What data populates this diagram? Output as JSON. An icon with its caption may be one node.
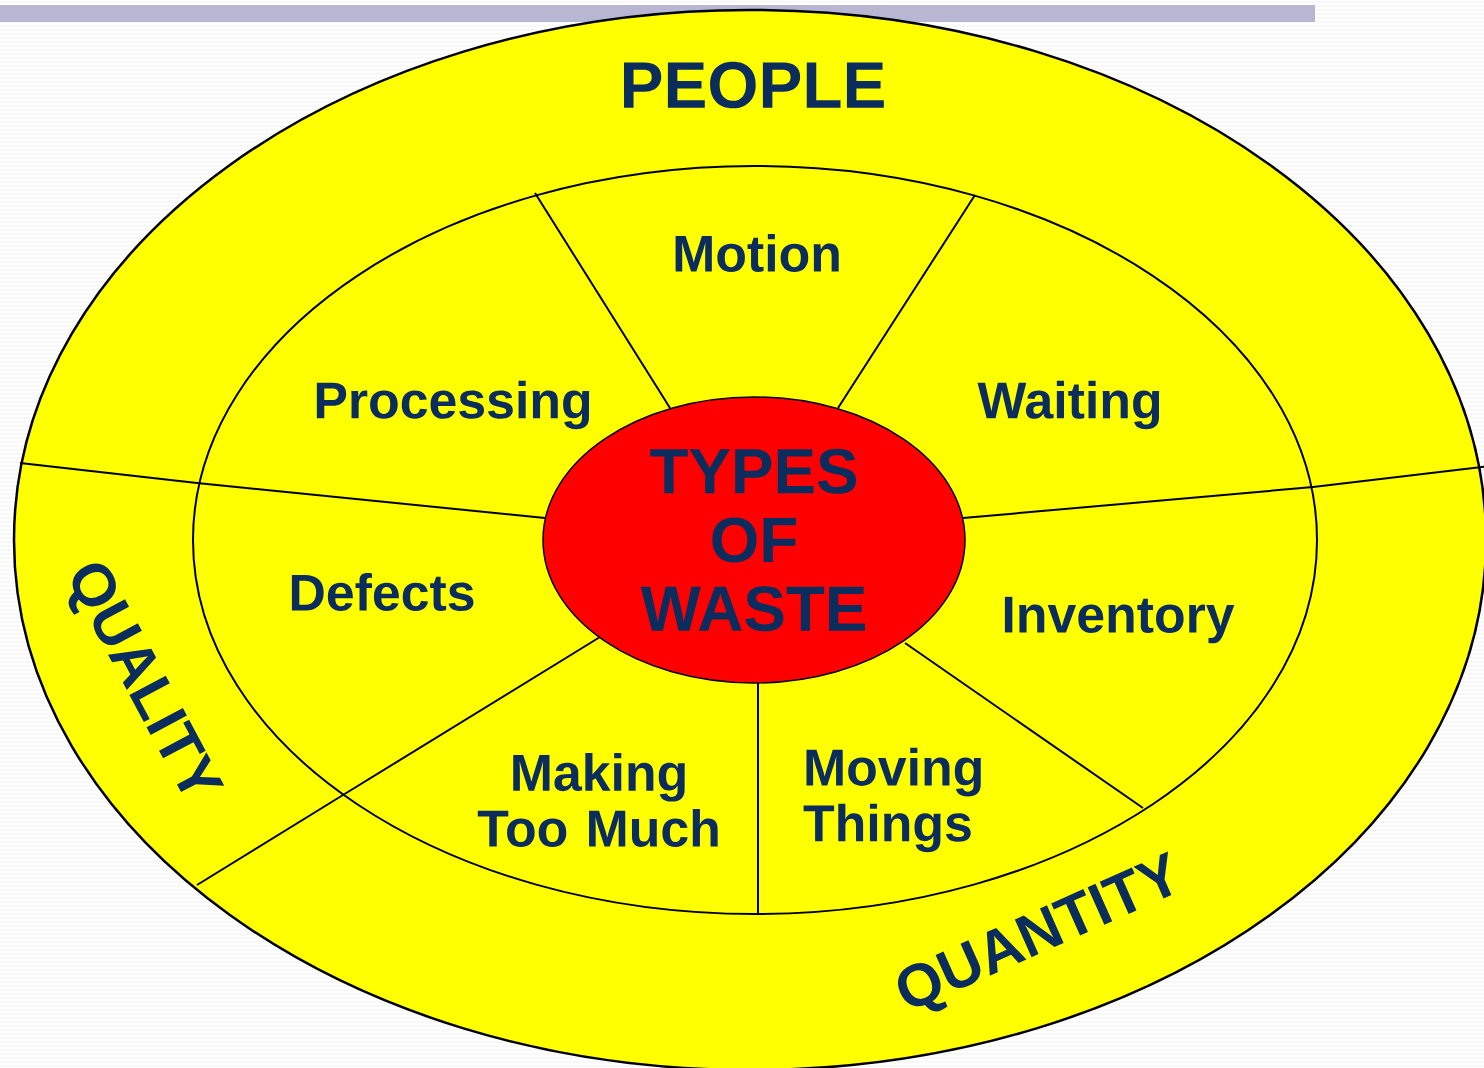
{
  "diagram": {
    "nodes": [
      {
        "text": [
          "PEOPLE"
        ]
      },
      {
        "text": [
          "Motion"
        ]
      },
      {
        "text": [
          "Processing"
        ]
      },
      {
        "text": [
          "Waiting"
        ]
      },
      {
        "text": [
          "TYPES OF WASTE"
        ]
      },
      {
        "text": [
          "QUALITY"
        ]
      },
      {
        "text": [
          "Defects"
        ]
      },
      {
        "text": [
          "Inventory"
        ]
      },
      {
        "text": [
          "Making Too Much"
        ]
      },
      {
        "text": [
          "Moving Things"
        ]
      },
      {
        "text": [
          "QUANTITY"
        ]
      }
    ]
  }
}
